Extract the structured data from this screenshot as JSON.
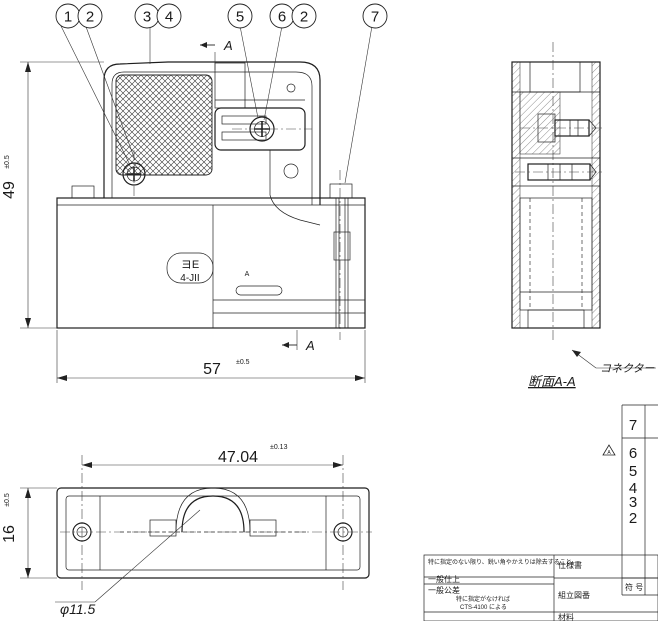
{
  "balloons": [
    "1",
    "2",
    "3",
    "4",
    "5",
    "6",
    "2",
    "7"
  ],
  "dimensions": {
    "height": "49",
    "height_tol": "±0.5",
    "width": "57",
    "width_tol": "±0.5",
    "pitch": "47.04",
    "pitch_tol": "±0.13",
    "depth": "16",
    "depth_tol": "±0.5",
    "bore": "φ11.5"
  },
  "section": {
    "marker": "A",
    "title": "断面A-A",
    "connector_label": "コネクター"
  },
  "body_marking": {
    "upper": "ヨE",
    "lower": "4-JII",
    "small": "A"
  },
  "parts_list": {
    "rows": [
      "7",
      "6",
      "5",
      "4",
      "3",
      "2"
    ],
    "revision_mark": "A",
    "header": "符 号"
  },
  "title_block": {
    "tolerance_note": "特に指定のない限り、鋭い角やかえりは除去すること。",
    "general_finish": "一般仕上",
    "general_tolerance": "一般公差",
    "tolerance_std_1": "特に指定がなければ",
    "tolerance_std_2": "CTS-4100 による",
    "spec": "仕様書",
    "assembly_drawing_no": "組立図番",
    "material": "材料"
  }
}
